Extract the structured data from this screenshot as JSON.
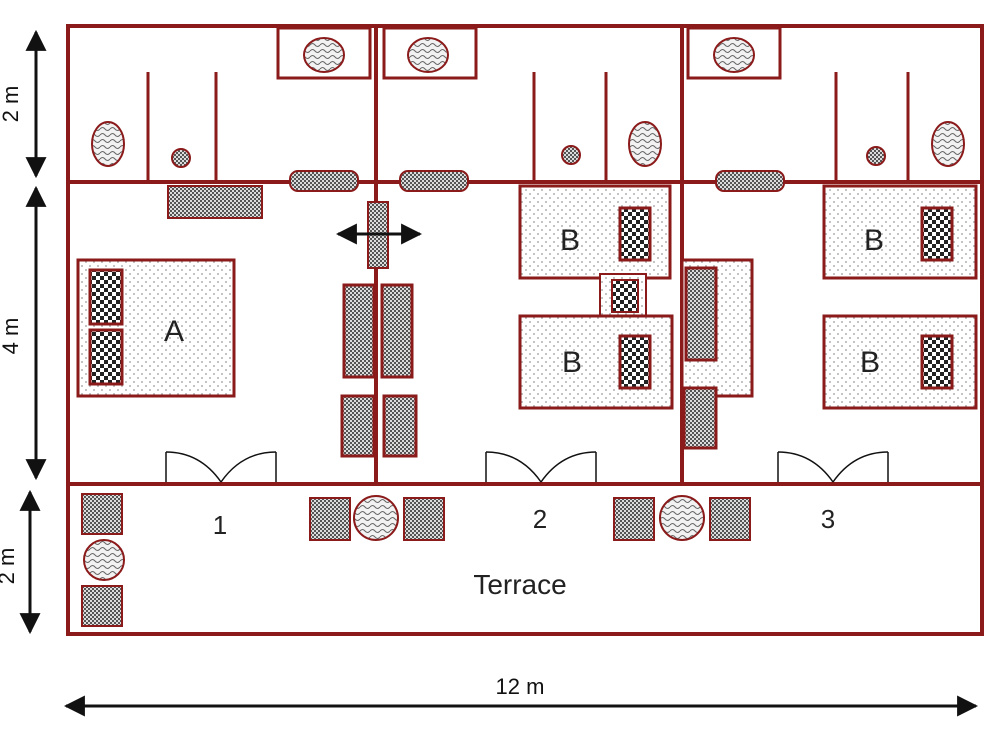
{
  "plan": {
    "wall_color": "#8b1a1a",
    "room_numbers": [
      "1",
      "2",
      "3"
    ],
    "terrace_label": "Terrace",
    "bed_labels": {
      "a": "A",
      "b1": "B",
      "b2": "B",
      "b3": "B",
      "b4": "B"
    }
  },
  "dimensions": {
    "top_height": "2 m",
    "middle_height": "4 m",
    "bottom_height": "2 m",
    "width": "12 m"
  }
}
